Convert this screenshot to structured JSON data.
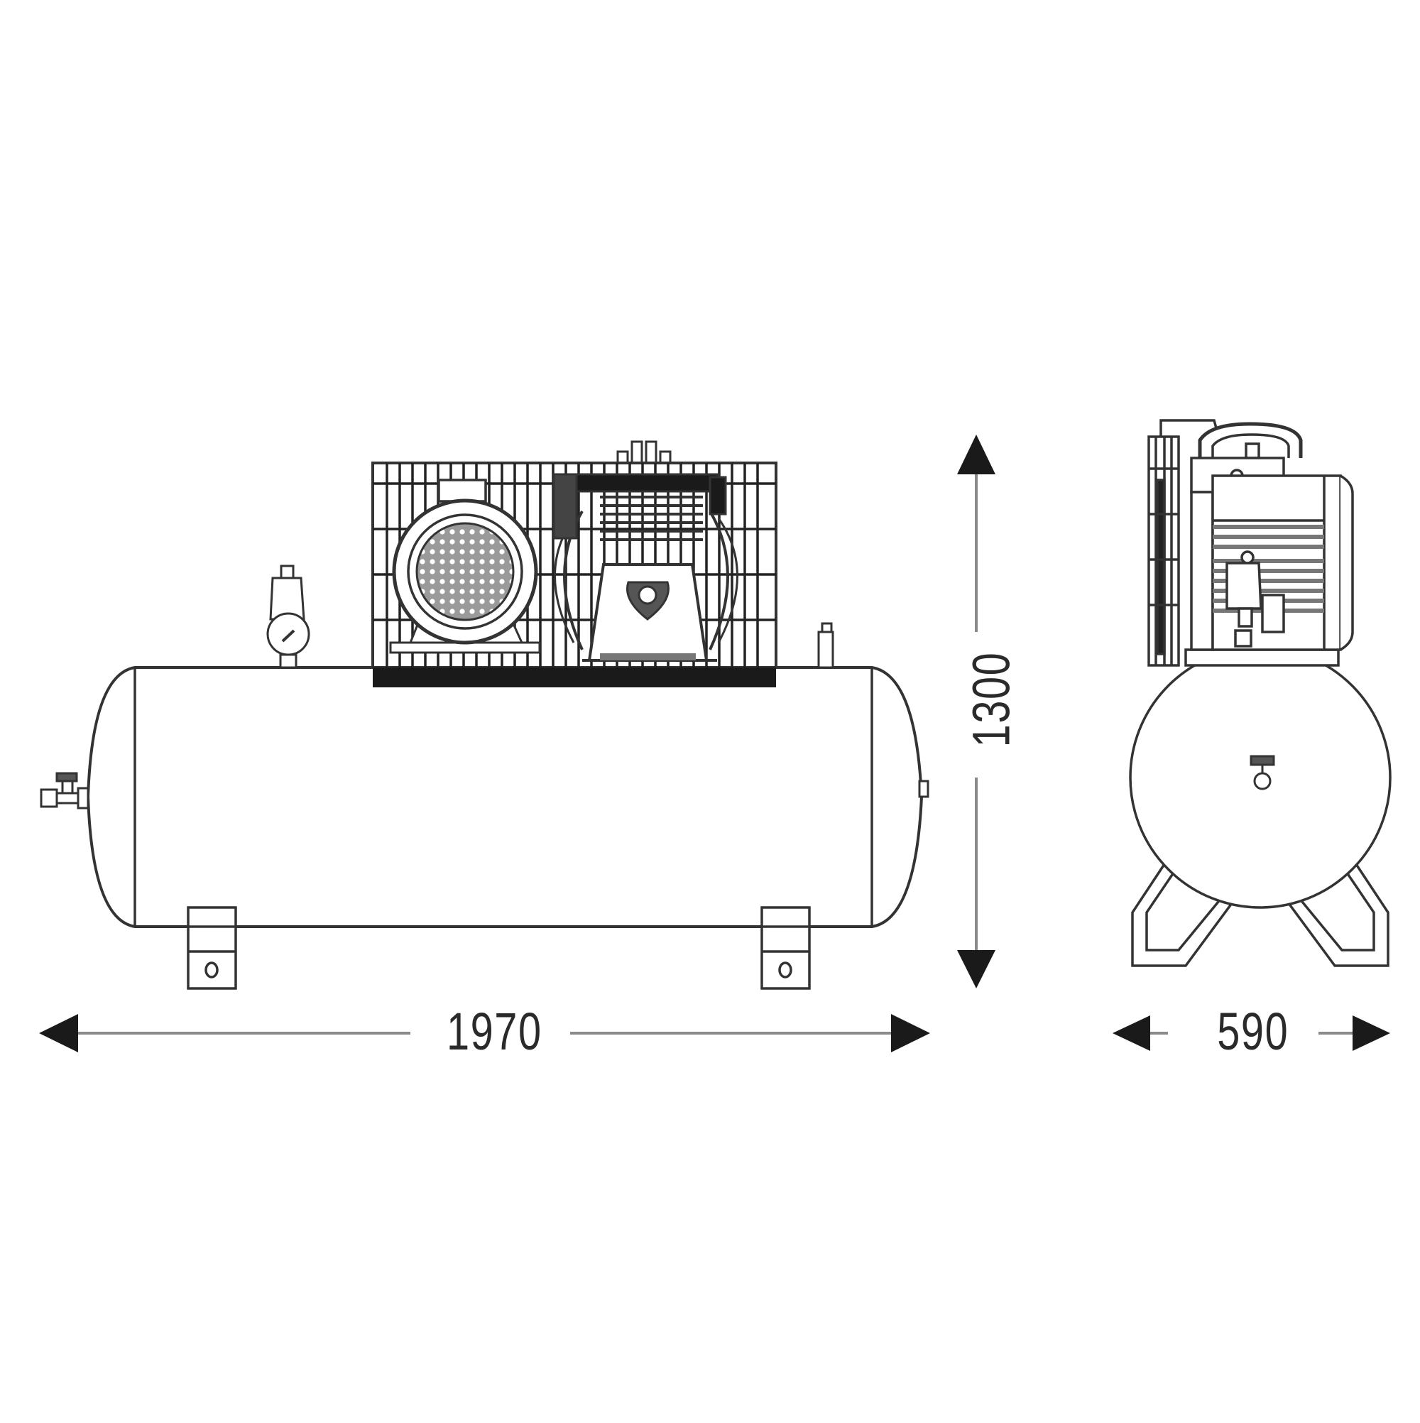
{
  "drawing": {
    "subject": "Horizontal tank air compressor — front and side elevation",
    "views": [
      {
        "name": "front-view",
        "components": [
          "horizontal air tank",
          "belt guard grille",
          "electric motor",
          "compressor pump",
          "pressure switch with gauge",
          "safety valve",
          "drain valve",
          "tank feet (2)",
          "black base plate"
        ]
      },
      {
        "name": "side-view",
        "components": [
          "circular tank end",
          "motor and pump assembly",
          "belt guard",
          "drain valve",
          "tank legs (2)"
        ]
      }
    ],
    "dimensions": {
      "width": {
        "value": "1970",
        "unit": "mm",
        "orientation": "horizontal"
      },
      "height": {
        "value": "1300",
        "unit": "mm",
        "orientation": "vertical"
      },
      "depth": {
        "value": "590",
        "unit": "mm",
        "orientation": "horizontal"
      }
    },
    "colors": {
      "line": "#333333",
      "dimension_line": "#8a8a8a",
      "arrowhead": "#1a1a1a",
      "fill_dark": "#1a1a1a",
      "background": "#ffffff"
    }
  }
}
